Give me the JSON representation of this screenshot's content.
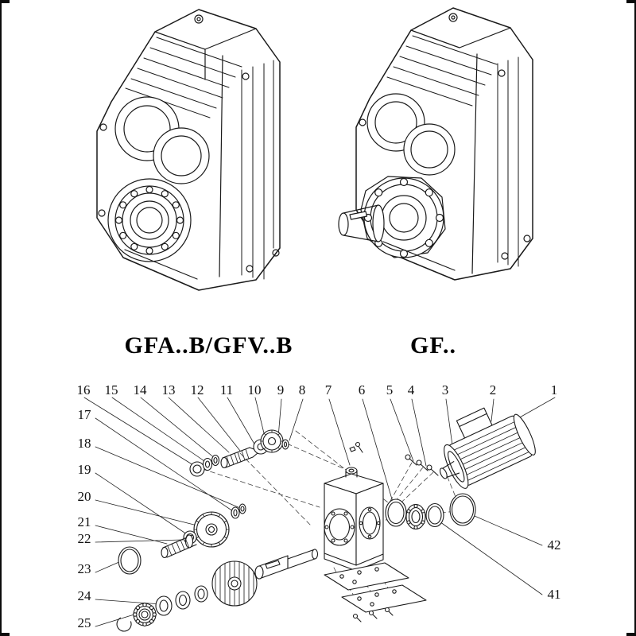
{
  "page": {
    "background": "#ffffff",
    "line_color": "#1a1a1a"
  },
  "models": [
    {
      "label": "GFA..B/GFV..B"
    },
    {
      "label": "GF.."
    }
  ],
  "exploded_view": {
    "callouts_top": [
      "16",
      "15",
      "14",
      "13",
      "12",
      "11",
      "10",
      "9",
      "8",
      "7",
      "6",
      "5",
      "4",
      "3",
      "2",
      "1"
    ],
    "callouts_left": [
      "17",
      "18",
      "19",
      "20",
      "21",
      "22",
      "23",
      "24",
      "25"
    ],
    "callouts_right": [
      "42",
      "41"
    ]
  }
}
